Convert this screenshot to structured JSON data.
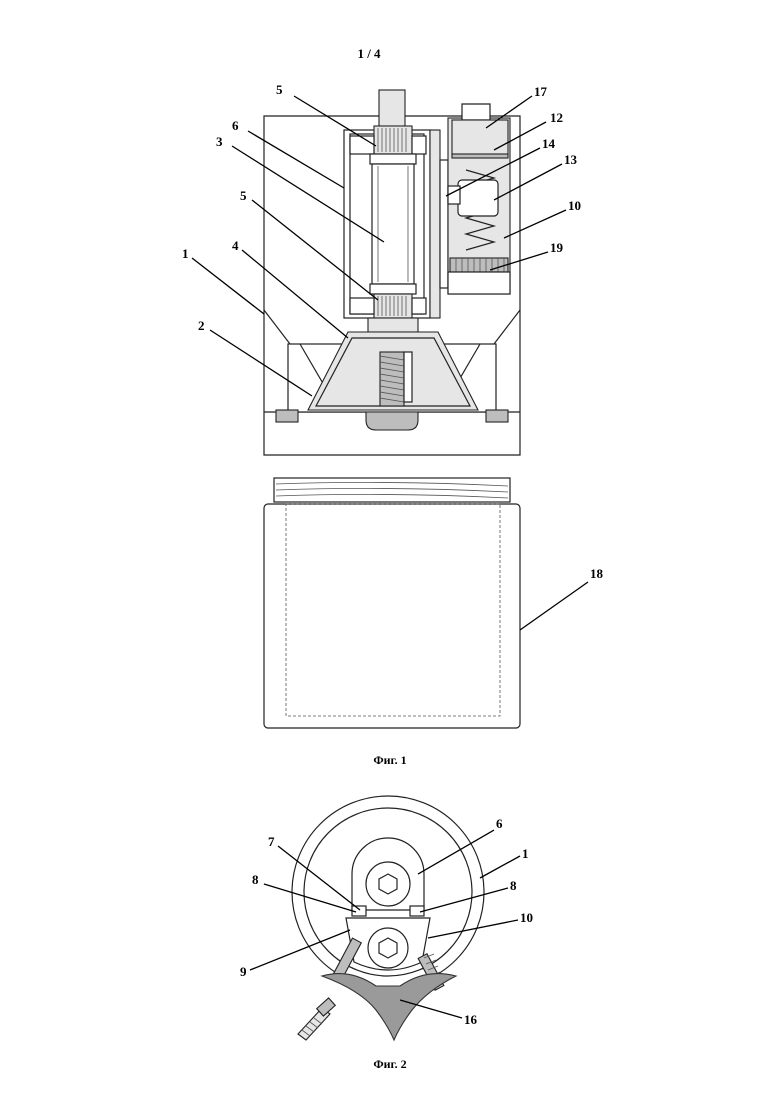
{
  "sheet": {
    "page_number": "1 / 4"
  },
  "figure1": {
    "caption": "Фиг. 1",
    "labels": {
      "l1": "1",
      "l2": "2",
      "l3": "3",
      "l4": "4",
      "l5a": "5",
      "l5b": "5",
      "l6": "6",
      "l10": "10",
      "l12": "12",
      "l13": "13",
      "l14": "14",
      "l17": "17",
      "l18": "18",
      "l19": "19"
    }
  },
  "figure2": {
    "caption": "Фиг. 2",
    "labels": {
      "l1": "1",
      "l6": "6",
      "l7": "7",
      "l8a": "8",
      "l8b": "8",
      "l9": "9",
      "l10": "10",
      "l16": "16"
    }
  }
}
